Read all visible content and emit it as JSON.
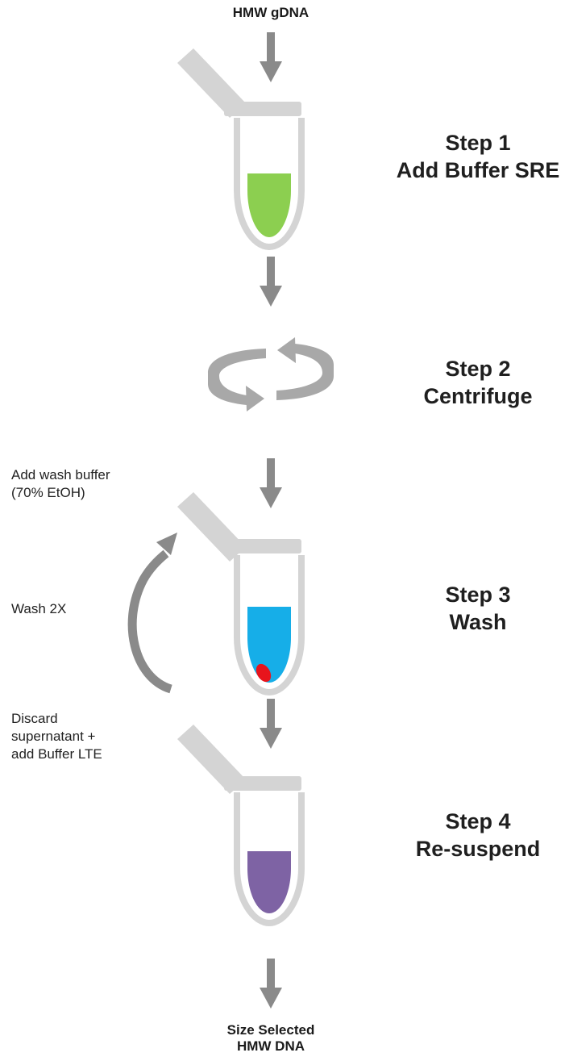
{
  "input_label": "HMW gDNA",
  "output_label_lines": [
    "Size Selected",
    "HMW DNA"
  ],
  "steps": [
    {
      "title": "Step 1",
      "action": "Add Buffer SRE"
    },
    {
      "title": "Step 2",
      "action": "Centrifuge"
    },
    {
      "title": "Step 3",
      "action": "Wash"
    },
    {
      "title": "Step 4",
      "action": "Re-suspend"
    }
  ],
  "side_notes": {
    "wash_buffer": [
      "Add wash buffer",
      "(70% EtOH)"
    ],
    "wash_repeat": "Wash 2X",
    "discard": [
      "Discard",
      "supernatant +",
      "add Buffer LTE"
    ]
  },
  "colors": {
    "arrow": "#8a8a8a",
    "tube_outline": "#d4d4d4",
    "rotor": "#a8a8a8",
    "buffer_sre": "#8ccf50",
    "wash_buffer": "#16aee8",
    "pellet": "#e8141c",
    "buffer_lte": "#7e63a4"
  }
}
